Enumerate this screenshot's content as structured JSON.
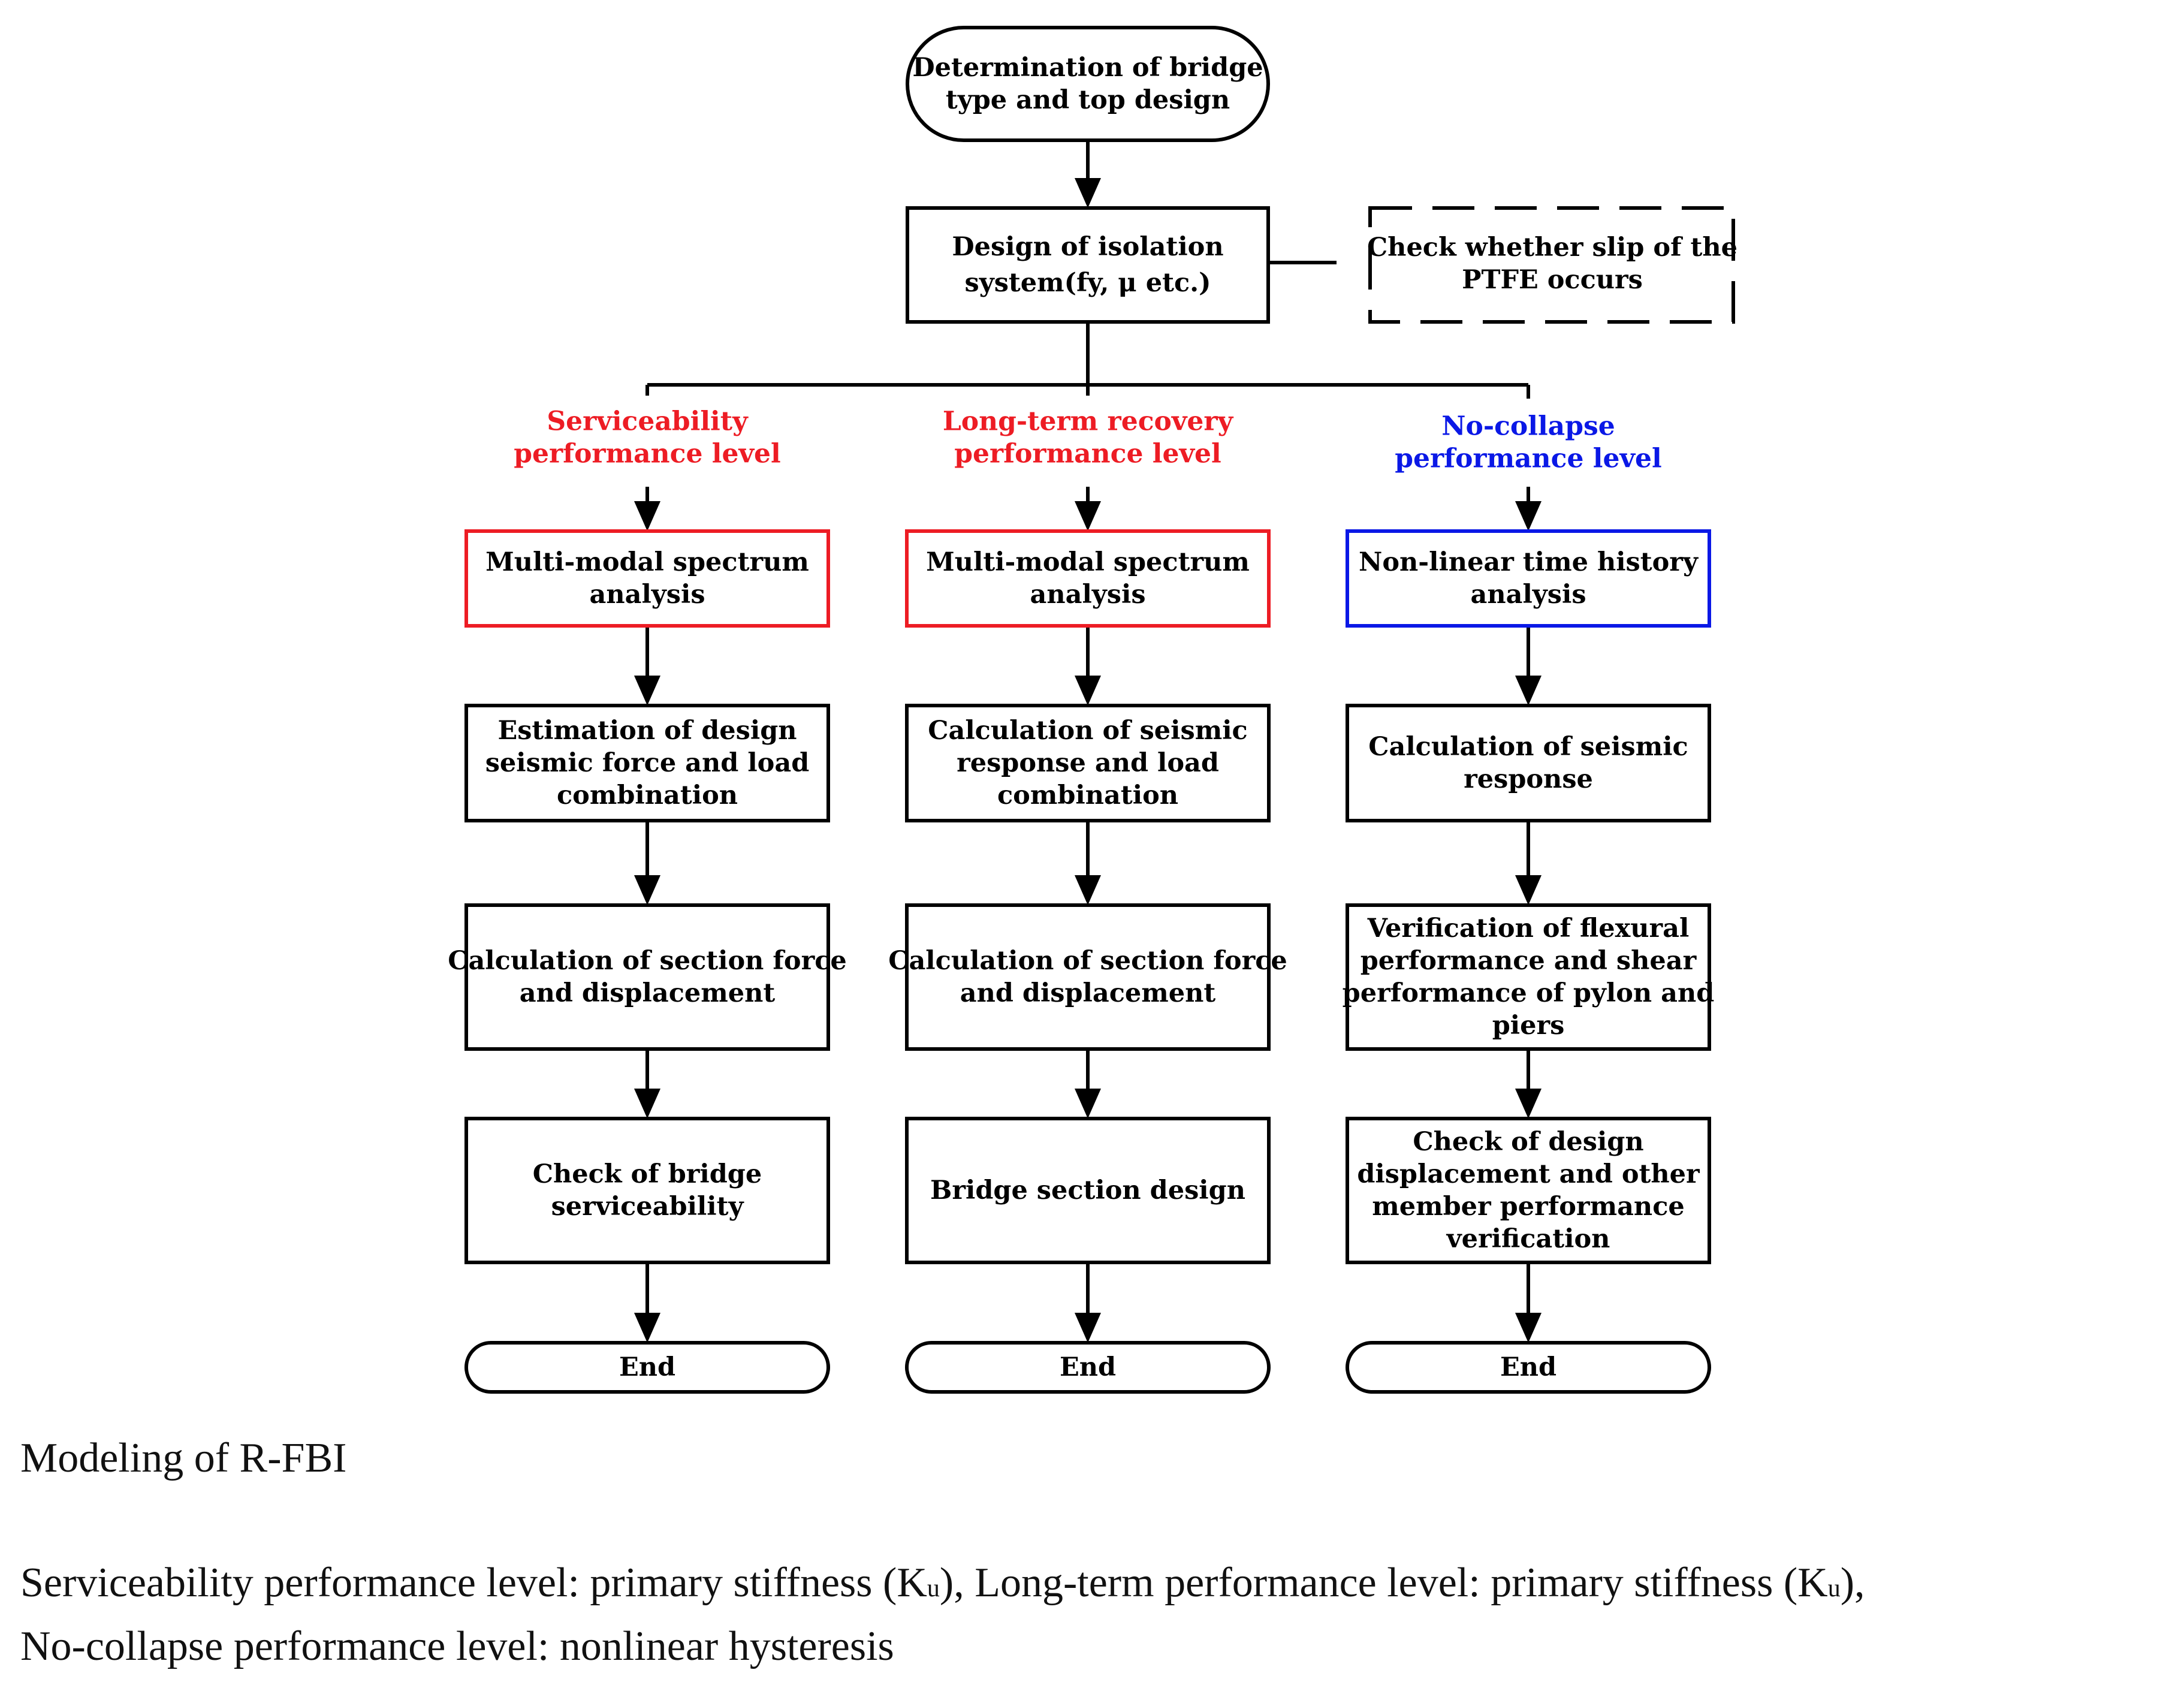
{
  "colors": {
    "serviceability": "#ed1c24",
    "long_term": "#ed1c24",
    "no_collapse": "#0a18e6",
    "line": "#000000"
  },
  "nodes": {
    "start": [
      "Determination of bridge",
      "type and top design"
    ],
    "isolation": [
      "Design of isolation",
      "system(fy, μ etc.)"
    ],
    "check_ptfe": [
      "Check whether slip of the",
      "PTFE occurs"
    ]
  },
  "columns": [
    {
      "level": [
        "Serviceability",
        "performance level"
      ],
      "analysis": [
        "Multi-modal spectrum",
        "analysis"
      ],
      "step2": [
        "Estimation of design",
        "seismic force and load",
        "combination"
      ],
      "step3": [
        "Calculation of section force",
        "and displacement"
      ],
      "step4": [
        "Check of bridge",
        "serviceability"
      ],
      "end": [
        "End"
      ]
    },
    {
      "level": [
        "Long-term recovery",
        "performance level"
      ],
      "analysis": [
        "Multi-modal spectrum",
        "analysis"
      ],
      "step2": [
        "Calculation of seismic",
        "response and load",
        "combination"
      ],
      "step3": [
        "Calculation of section force",
        "and displacement"
      ],
      "step4": [
        "Bridge section design"
      ],
      "end": [
        "End"
      ]
    },
    {
      "level": [
        "No-collapse",
        "performance level"
      ],
      "analysis": [
        "Non-linear time history",
        "analysis"
      ],
      "step2": [
        "Calculation of seismic",
        "response"
      ],
      "step3": [
        "Verification of flexural",
        "performance and shear",
        "performance of pylon and",
        "piers"
      ],
      "step4": [
        "Check of design",
        "displacement and other",
        "member performance",
        "verification"
      ],
      "end": [
        "End"
      ]
    }
  ],
  "caption": {
    "modeling": "Modeling of R-FBI",
    "line1_a": "Serviceability performance level: primary stiffness (K",
    "line1_sub1": "u",
    "line1_b": "), Long-term performance level: primary stiffness (K",
    "line1_sub2": "u",
    "line1_c": "),",
    "line2": "No-collapse performance level: nonlinear hysteresis"
  }
}
